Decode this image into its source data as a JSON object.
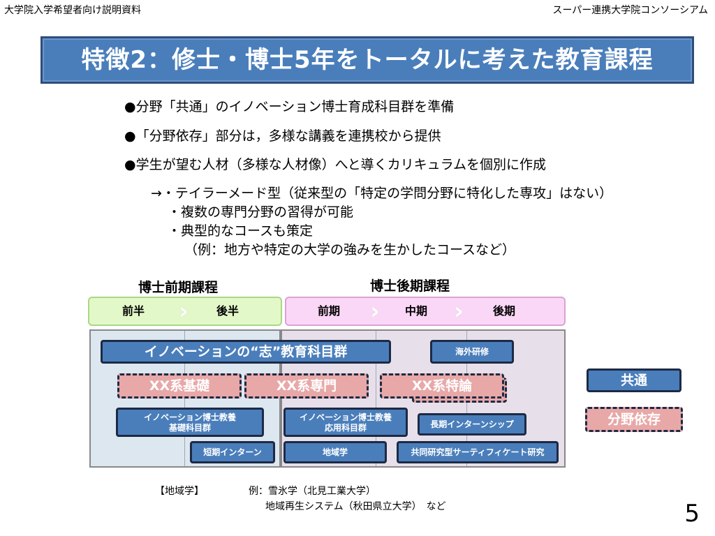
{
  "header": {
    "left": "大学院入学希望者向け説明資料",
    "right": "スーパー連携大学院コンソーシアム"
  },
  "title": "特徴2：修士・博士5年をトータルに考えた教育課程",
  "bullets": [
    "●分野「共通」のイノベーション博士育成科目群を準備",
    "●「分野依存」部分は，多様な講義を連携校から提供",
    "●学生が望む人材（多様な人材像）へと導くカリキュラムを個別に作成"
  ],
  "sub_bullets": [
    "→・テイラーメード型（従来型の「特定の学問分野に特化した専攻」はない）",
    "・複数の専門分野の習得が可能",
    "・典型的なコースも策定",
    "（例：地方や特定の大学の強みを生かしたコースなど）"
  ],
  "diagram": {
    "label_first": "博士前期課程",
    "label_second": "博士後期課程",
    "phases_first": [
      "前半",
      "後半"
    ],
    "phases_second": [
      "前期",
      "中期",
      "後期"
    ],
    "boxes": {
      "innovation": "イノベーションの“志”教育科目群",
      "overseas": "海外研修",
      "xx_basic": "XX系基礎",
      "xx_special": "XX系専門",
      "xx_topics": "XX系特論",
      "basic_subjects_1": "イノベーション博士教養",
      "basic_subjects_2": "基礎科目群",
      "applied_subjects_1": "イノベーション博士教養",
      "applied_subjects_2": "応用科目群",
      "long_intern": "長期インターンシップ",
      "short_intern": "短期インターン",
      "regional": "地域学",
      "joint_cert": "共同研究型サーティフィケート研究"
    },
    "legend": {
      "common": "共通",
      "field": "分野依存"
    }
  },
  "footer": {
    "label": "【地域学】",
    "example_1": "例：雪氷学（北見工業大学）",
    "example_2": "地域再生システム（秋田県立大学）　など"
  },
  "page_number": "5",
  "colors": {
    "title_bg": "#4a7ebb",
    "common_box": "#4a7ebb",
    "field_box": "#e8a8a8",
    "phase_first": "#e3f8c9",
    "phase_second": "#fbd7f7"
  }
}
